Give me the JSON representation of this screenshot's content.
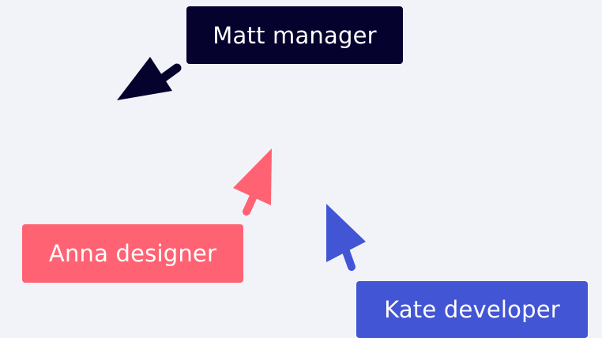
{
  "collaborators": [
    {
      "id": "matt",
      "label": "Matt manager",
      "color": "#06022e",
      "cursor_icon": "pointer-arrow-icon"
    },
    {
      "id": "anna",
      "label": "Anna designer",
      "color": "#ff6373",
      "cursor_icon": "pointer-arrow-icon"
    },
    {
      "id": "kate",
      "label": "Kate developer",
      "color": "#4255d4",
      "cursor_icon": "pointer-arrow-icon"
    }
  ]
}
